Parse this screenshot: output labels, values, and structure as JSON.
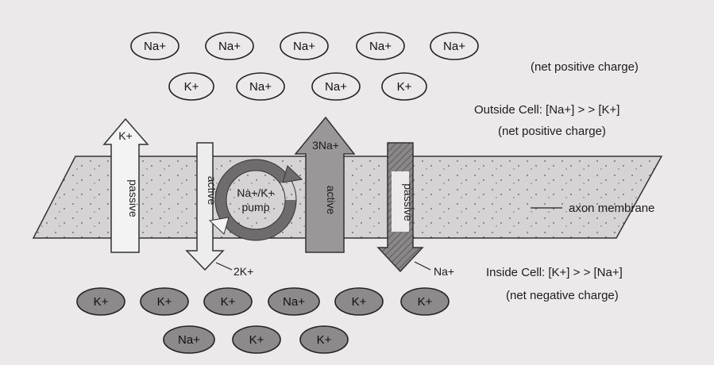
{
  "outside_ions": {
    "row1": [
      "Na+",
      "Na+",
      "Na+",
      "Na+",
      "Na+"
    ],
    "row2": [
      "K+",
      "Na+",
      "Na+",
      "K+"
    ]
  },
  "inside_ions": {
    "row1": [
      "K+",
      "K+",
      "K+",
      "Na+",
      "K+",
      "K+"
    ],
    "row2": [
      "Na+",
      "K+",
      "K+"
    ]
  },
  "labels": {
    "outside_net_charge_top": "(net positive charge)",
    "outside_cell": "Outside Cell: [Na+] > > [K+]",
    "outside_net_charge": "(net positive charge)",
    "axon_membrane": "axon membrane",
    "inside_cell": "Inside Cell: [K+] > > [Na+]",
    "inside_net_charge": "(net negative charge)"
  },
  "arrows": {
    "k_passive_ion": "K+",
    "k_passive_text": "passive",
    "k_active_text": "active",
    "k_active_ion": "2K+",
    "pump_line1": "Na+/K+",
    "pump_line2": "pump",
    "na_active_ion": "3Na+",
    "na_active_text": "active",
    "na_passive_text": "passive",
    "na_passive_ion": "Na+"
  },
  "colors": {
    "background": "#ebe9ea",
    "membrane": "#d6d3d4",
    "outside_ion_fill": "#ebe9ea",
    "inside_ion_fill": "#8d8a8b",
    "active_na_arrow": "#9a9798",
    "passive_na_arrow": "#7e7b7c"
  }
}
